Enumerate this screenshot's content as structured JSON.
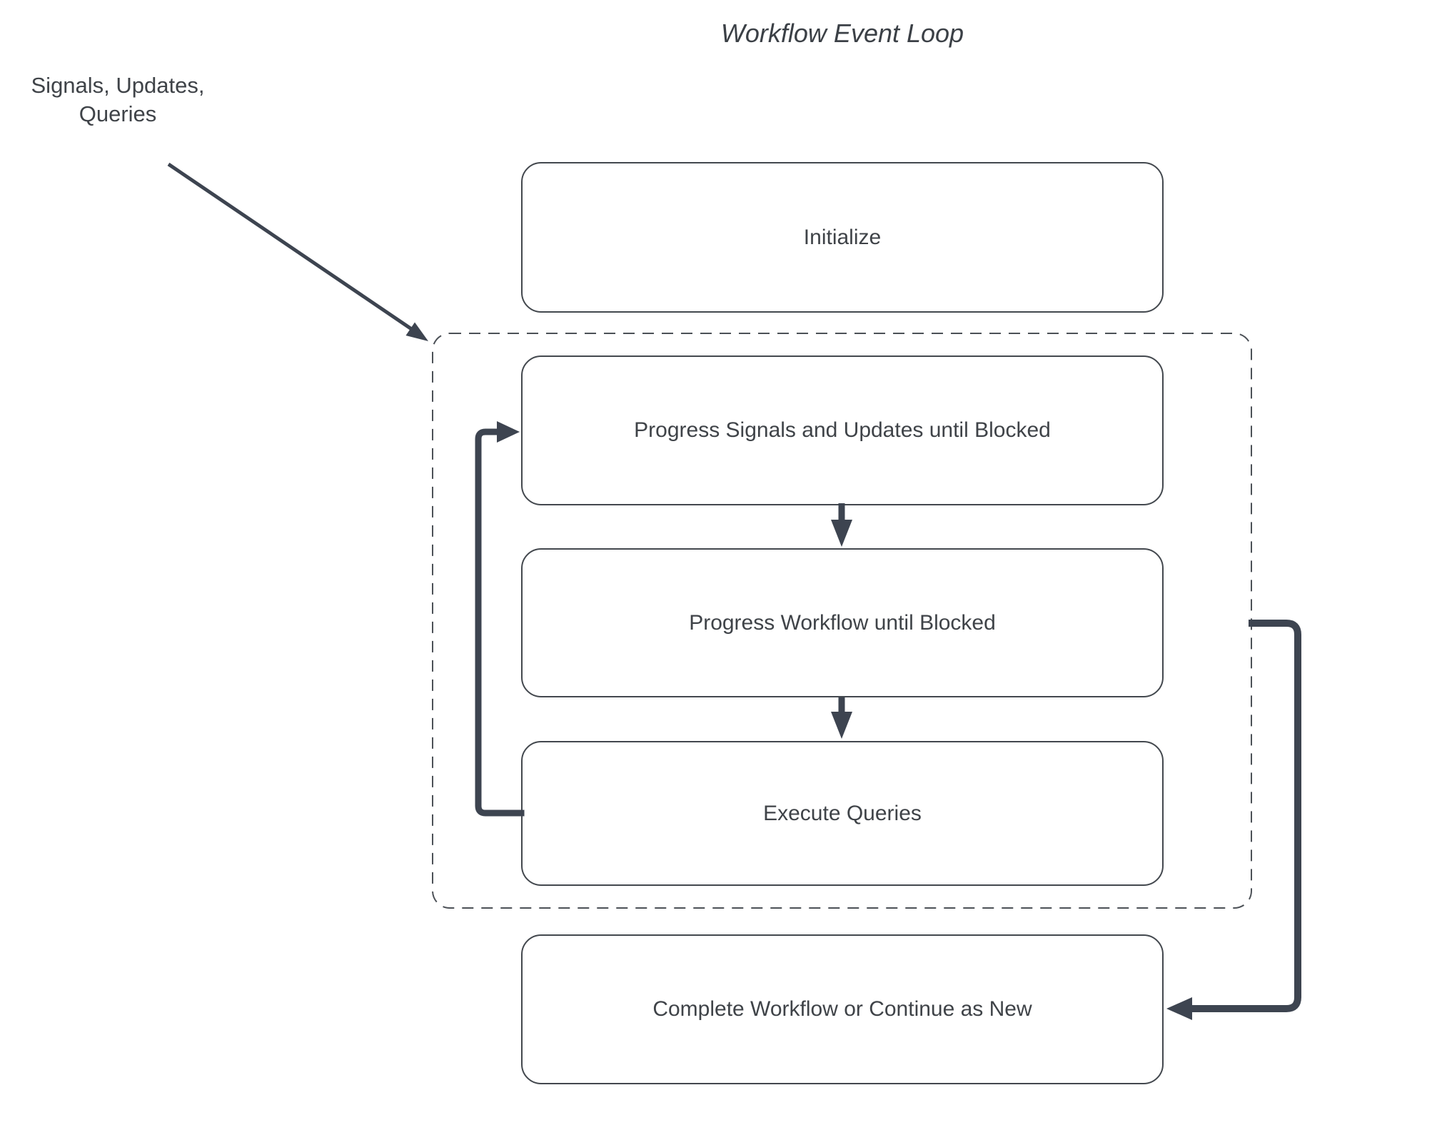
{
  "title": "Workflow Event Loop",
  "annotation": {
    "line1": "Signals, Updates,",
    "line2": "Queries"
  },
  "nodes": {
    "initialize": {
      "label": "Initialize"
    },
    "progress_signals": {
      "label": "Progress Signals and Updates until Blocked"
    },
    "progress_workflow": {
      "label": "Progress Workflow until Blocked"
    },
    "execute_queries": {
      "label": "Execute Queries"
    },
    "complete_workflow": {
      "label": "Complete Workflow or Continue as New"
    }
  },
  "groups": {
    "event_loop": {
      "contains": [
        "progress_signals",
        "progress_workflow",
        "execute_queries"
      ],
      "border_style": "dashed"
    }
  },
  "edges": [
    {
      "from": "signals-updates-queries-label",
      "to": "event-loop-group",
      "style": "thin-arrow-diagonal"
    },
    {
      "from": "progress_signals",
      "to": "progress_workflow",
      "style": "thick-arrow-down"
    },
    {
      "from": "progress_workflow",
      "to": "execute_queries",
      "style": "thick-arrow-down"
    },
    {
      "from": "execute_queries",
      "to": "progress_signals",
      "style": "thick-loopback-left"
    },
    {
      "from": "event-loop-group",
      "to": "complete_workflow",
      "style": "thick-elbow-right"
    }
  ],
  "colors": {
    "background": "#ffffff",
    "line": "#3d4450",
    "box_border": "#43484e",
    "dashed_border": "#4c5157",
    "text": "#3f4348",
    "title": "#3b4046"
  }
}
